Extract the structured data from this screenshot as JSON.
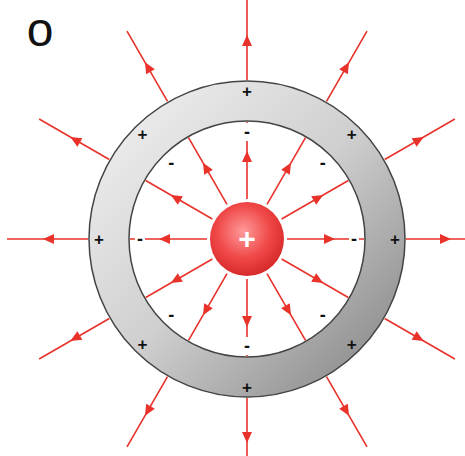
{
  "diagram": {
    "nodes": [
      {
        "text": [
          "+"
        ]
      }
    ],
    "labels": [
      "o",
      "+",
      "+",
      "+",
      "+",
      "+",
      "+",
      "+",
      "+",
      "-",
      "-",
      "-",
      "-",
      "-",
      "-",
      "-",
      "-"
    ]
  }
}
